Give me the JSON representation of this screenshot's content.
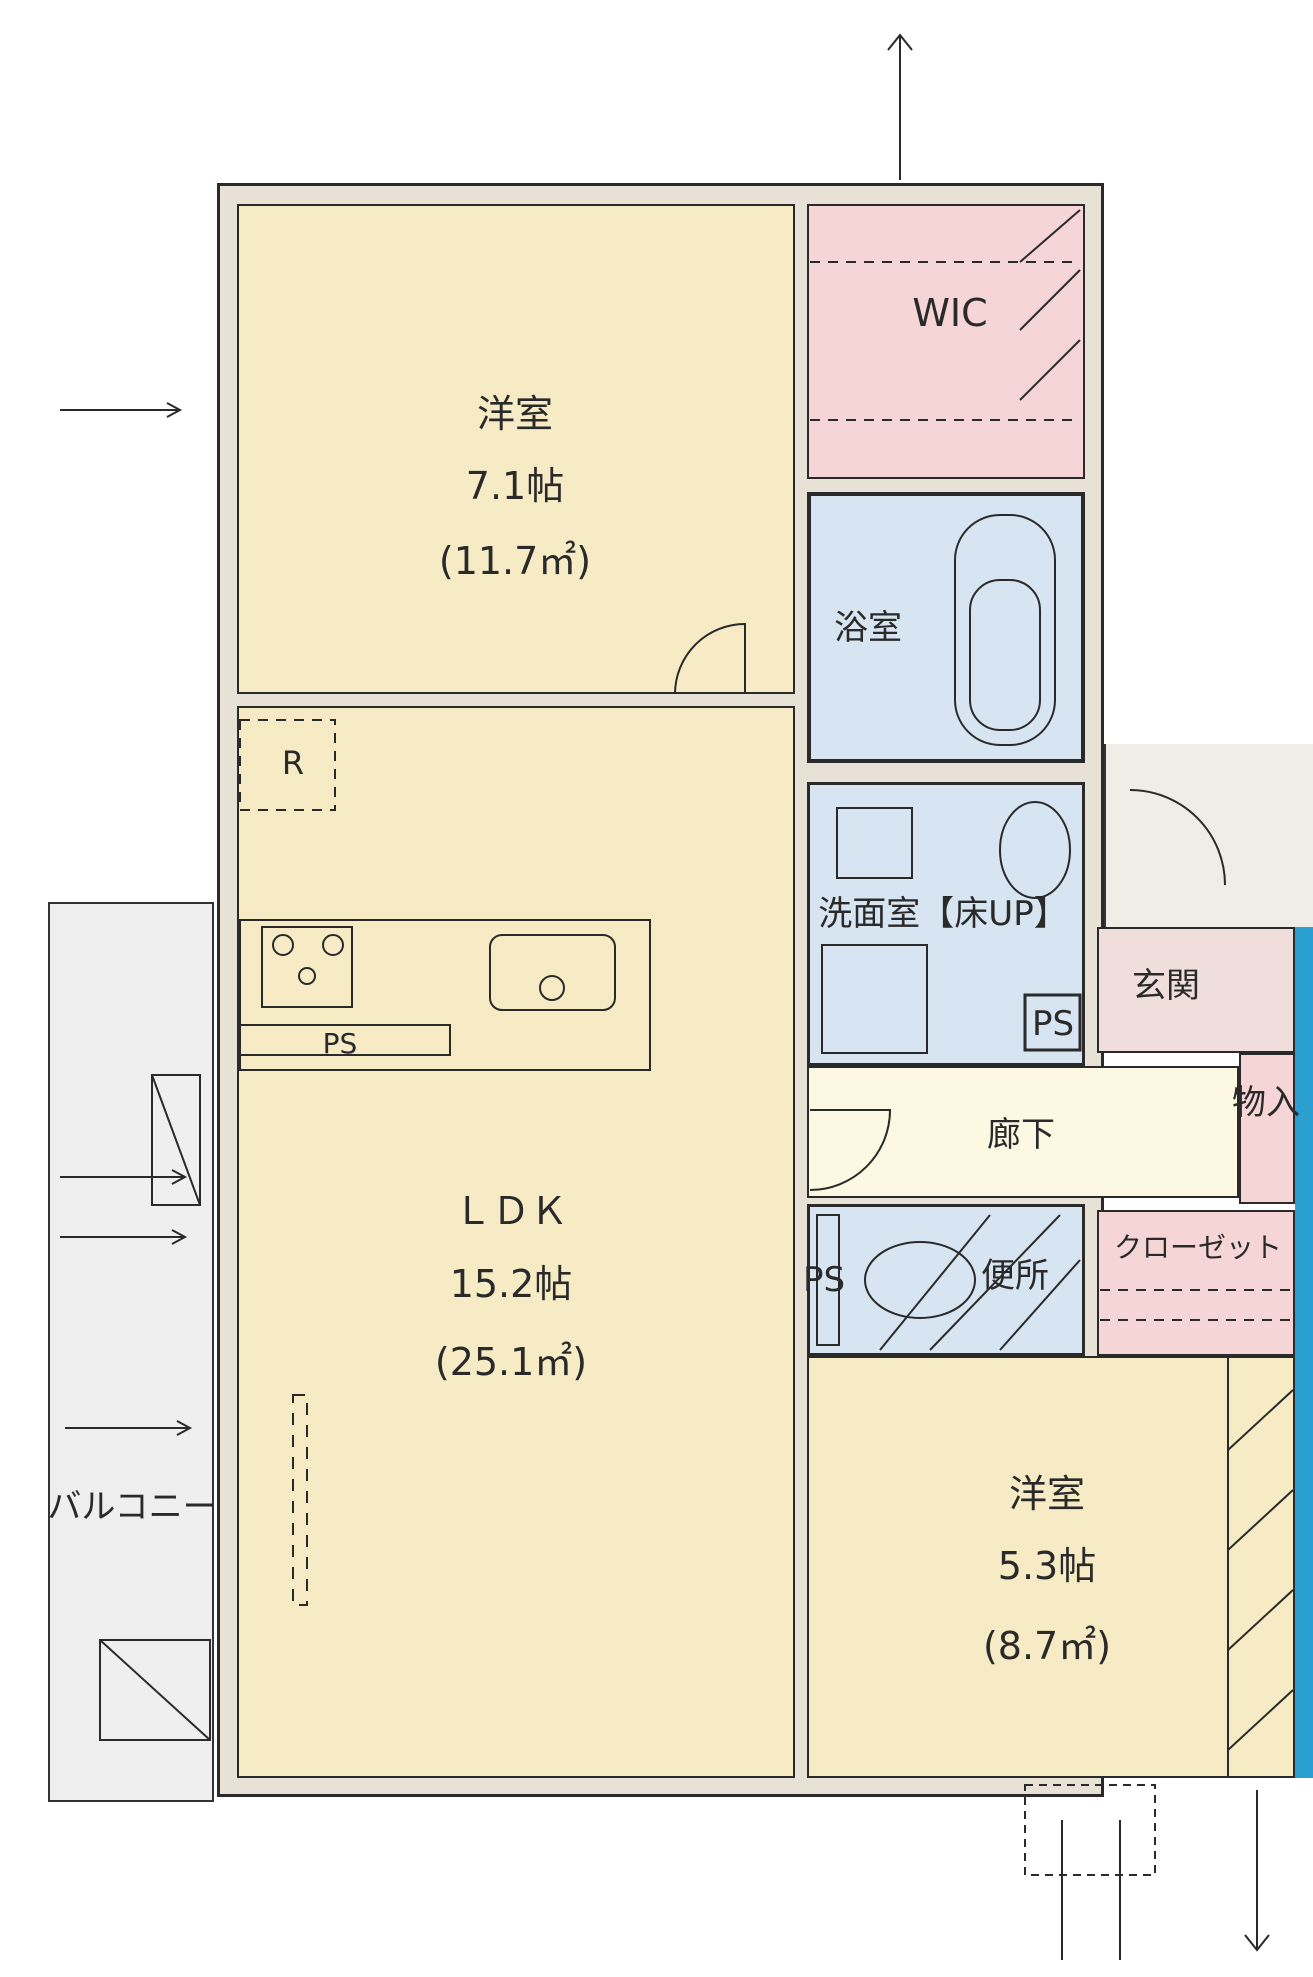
{
  "colors": {
    "living": "#f6ebc5",
    "storage": "#f5d5d6",
    "wet": "#d7e4f1",
    "hall": "#fdf8e2",
    "balcony": "#efefef",
    "accent_strip": "#2b9fcf",
    "wall": "#2a2a2a"
  },
  "rooms": {
    "western_north": {
      "name": "洋室",
      "size_jo": "7.1帖",
      "area": "(11.7㎡)"
    },
    "wic": {
      "name": "WIC"
    },
    "bath": {
      "name": "浴室"
    },
    "washroom": {
      "name": "洗面室【床UP】"
    },
    "washroom_ps": {
      "name": "PS"
    },
    "entrance": {
      "name": "玄関"
    },
    "storage": {
      "name": "物入"
    },
    "hallway": {
      "name": "廊下"
    },
    "toilet": {
      "name": "便所"
    },
    "toilet_ps": {
      "name": "PS"
    },
    "closet": {
      "name": "クローゼット"
    },
    "ldk": {
      "name": "ＬＤＫ",
      "size_jo": "15.2帖",
      "area": "(25.1㎡)"
    },
    "kitchen_ps": {
      "name": "PS"
    },
    "refrigerator": {
      "name": "R"
    },
    "western_south": {
      "name": "洋室",
      "size_jo": "5.3帖",
      "area": "(8.7㎡)"
    },
    "balcony": {
      "name": "バルコニー"
    }
  }
}
